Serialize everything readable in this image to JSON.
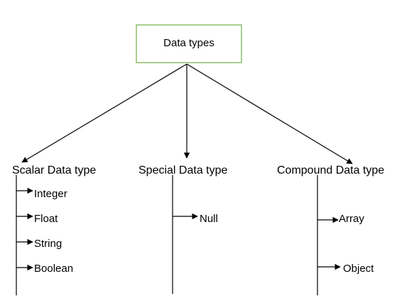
{
  "root": {
    "label": "Data types",
    "border_color": "#70ad47"
  },
  "categories": [
    {
      "label": "Scalar Data type",
      "items": [
        "Integer",
        "Float",
        "String",
        "Boolean"
      ]
    },
    {
      "label": "Special Data type",
      "items": [
        "Null"
      ]
    },
    {
      "label": "Compound Data type",
      "items": [
        "Array",
        "Object"
      ]
    }
  ],
  "colors": {
    "line": "#000000",
    "text": "#000000",
    "background": "#ffffff"
  }
}
